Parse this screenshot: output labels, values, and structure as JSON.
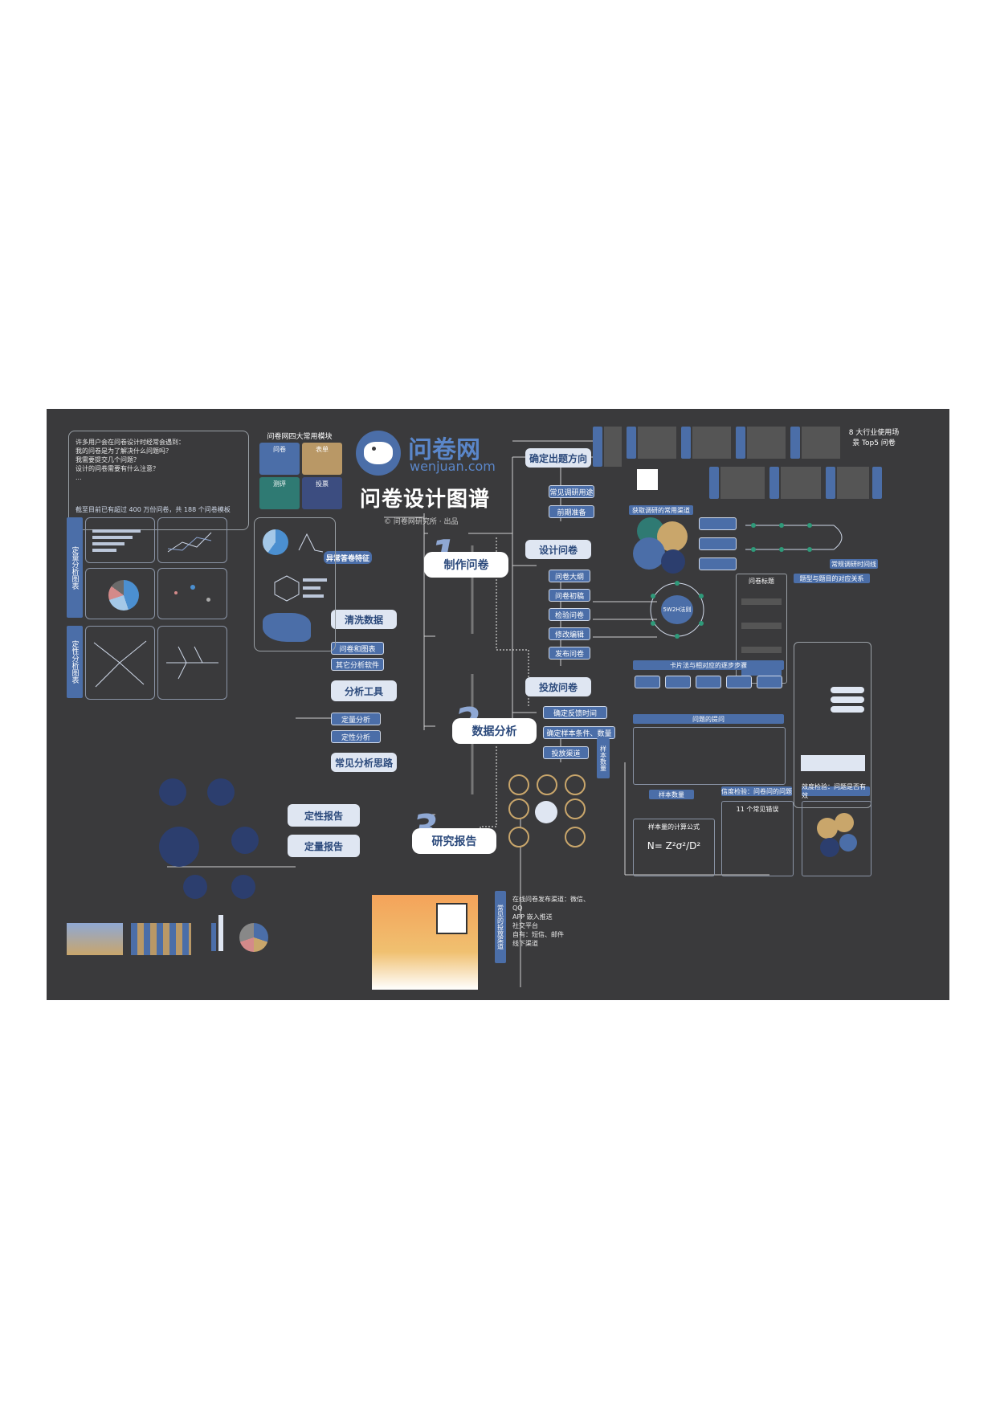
{
  "title": "问卷设计图谱",
  "brand": {
    "logo_text": "问卷网",
    "domain": "wenjuan.com",
    "credit": "© 问卷网研究所 · 出品"
  },
  "intro": {
    "lines": [
      "许多用户会在问卷设计时经常会遇到：",
      "我的问卷是为了解决什么问题吗？",
      "我需要提交几个问题？",
      "设计的问卷需要有什么注意？",
      "..."
    ],
    "stat_text": "截至目前已有超过 400 万份问卷，共 188 个问卷模板"
  },
  "modules": {
    "heading": "问卷网四大常用模块",
    "items": [
      "问卷",
      "表单",
      "测评",
      "投票"
    ]
  },
  "main_nodes": {
    "make": "制作问卷",
    "analyze": "数据分析",
    "report": "研究报告",
    "num1": "1",
    "num2": "2",
    "num3": "3"
  },
  "left_nodes": [
    "异常答卷特征",
    "清洗数据",
    "问卷和图表",
    "其它分析软件",
    "分析工具",
    "定量分析",
    "定性分析",
    "常见分析思路",
    "定性报告",
    "定量报告"
  ],
  "right_nodes": [
    "确定出题方向",
    "常见调研用途",
    "前期准备",
    "设计问卷",
    "问卷大纲",
    "问卷初稿",
    "检验问卷",
    "修改编辑",
    "发布问卷",
    "投放问卷",
    "确定反馈时间",
    "确定样本条件、数量",
    "投放渠道"
  ],
  "left_panel_titles": [
    "定量分析图表",
    "定性分析图表",
    "关系图",
    "折线图",
    "气泡图",
    "散点大数据",
    "桑基图",
    "条形图"
  ],
  "right_titles": {
    "methods": "获取调研的常用渠道",
    "wh": "5W2H法则",
    "stages": "卡片法与相对应的逐步步骤",
    "questions": "问题的提问",
    "sample": "样本数量",
    "sample_sub": "样本量的计算公式",
    "formula": "N= Z²σ²/D²",
    "survey_box": "问卷标题",
    "question_type": "题型与题目的对应关系",
    "often_used": "常规调研时间线",
    "check1": "信度检验：问卷问的问题",
    "check2": "效度检验：问题是否有效",
    "top5": "8 大行业使用场景 Top5 问卷",
    "errors": "11 个常见错误",
    "channels": "常见的投放渠道"
  },
  "sample_card": "样本数量",
  "channels_text": [
    "在线问卷发布渠道：微信、QQ",
    "APP 嵌入推送",
    "社交平台",
    "自有：短信、邮件",
    "线下渠道"
  ],
  "colors": {
    "bg": "#3a3a3c",
    "accent": "#4b6ea8",
    "node": "#dfe6f2",
    "gold": "#c9a66b",
    "navy": "#2c3e6e"
  }
}
